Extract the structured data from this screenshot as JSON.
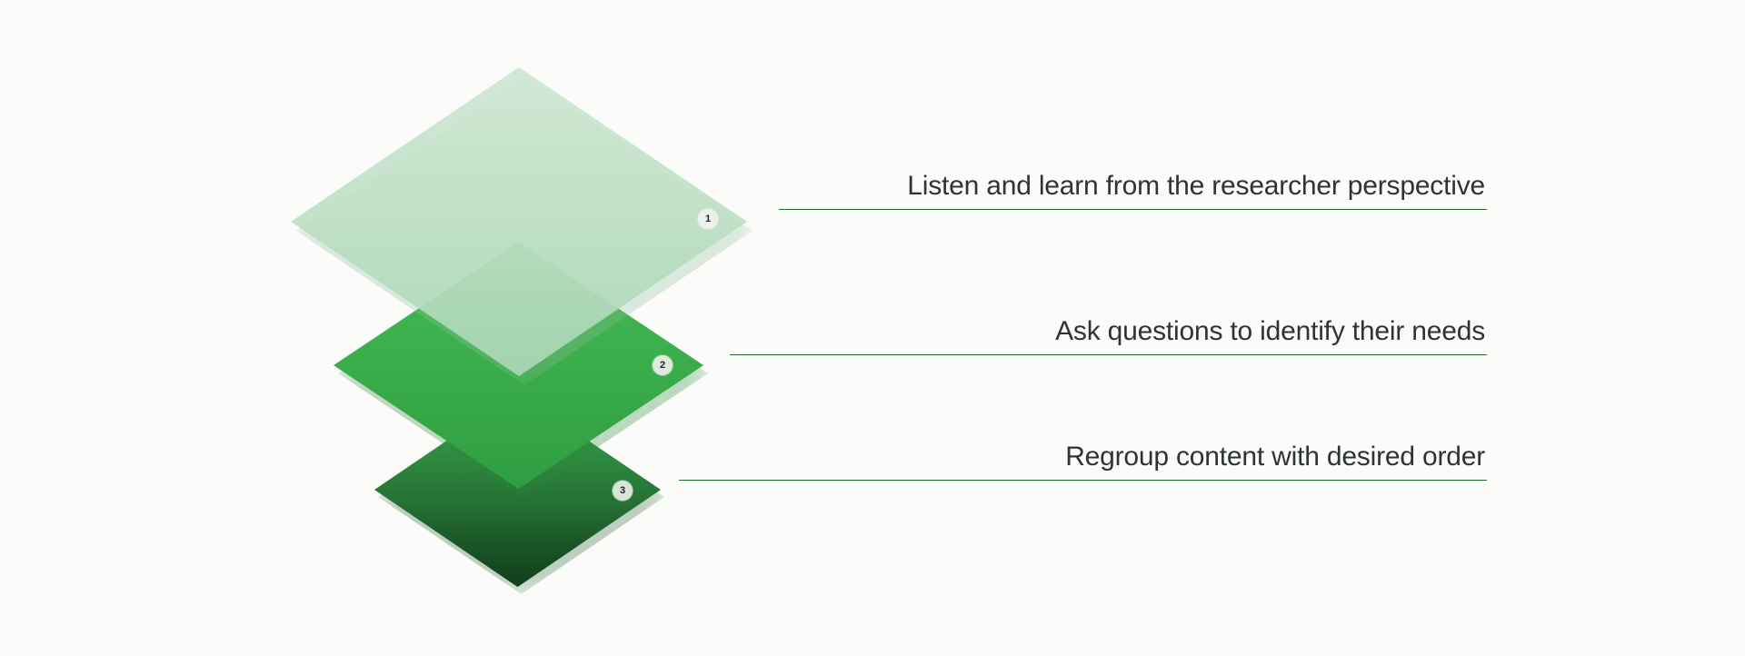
{
  "background_color": "#fbfbfa",
  "diagram": {
    "type": "layered-diamond-process",
    "accent_color": "#1e6b33",
    "text_color": "#2e3338",
    "steps": [
      {
        "number": "1",
        "label": "Listen and learn from the researcher perspective",
        "layer_color": "#bfe0c6",
        "layer_color_bottom": "#a9d7b4",
        "badge_color": "#edf1ec"
      },
      {
        "number": "2",
        "label": "Ask questions to identify their needs",
        "layer_color": "#3cb04c",
        "layer_color_bottom": "#2f9d42",
        "badge_color": "#dfe9dd"
      },
      {
        "number": "3",
        "label": "Regroup content with desired order",
        "layer_color": "#2f8b40",
        "layer_color_bottom": "#143d1c",
        "badge_color": "#d7e6d6"
      }
    ]
  }
}
